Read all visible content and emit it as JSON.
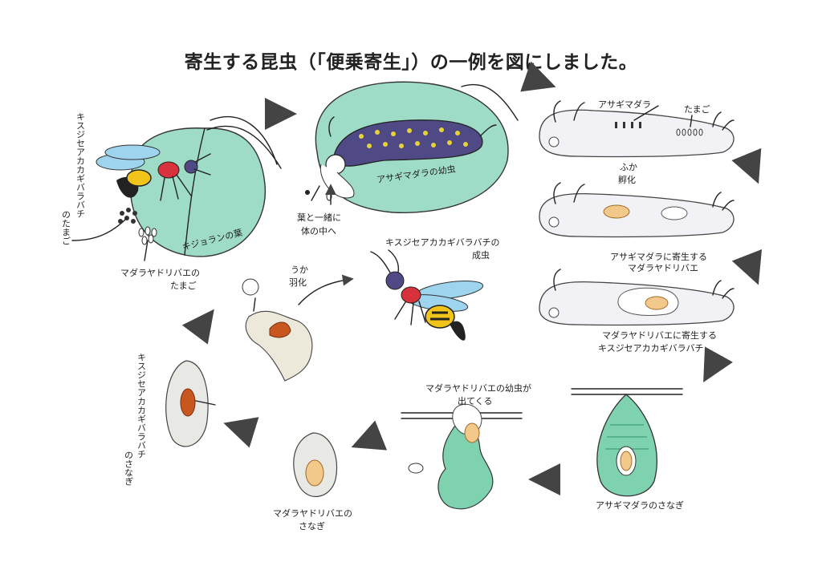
{
  "title": "寄生する昆虫（「便乗寄生」）の一例を図にしました。",
  "labels": {
    "wasp_egg_vertical_1": "キスジセアカカギバラバチ",
    "wasp_egg_vertical_2": "のたまご",
    "leaf_name": "キジョランの葉",
    "fly_egg_1": "マダラヤドリバエの",
    "fly_egg_2": "たまご",
    "caterpillar_larva": "アサギマダラの幼虫",
    "eat_with_leaf_1": "葉と一緒に",
    "eat_with_leaf_2": "体の中へ",
    "asagi_label": "アサギマダラ",
    "tamago": "たまご",
    "hatch_ruby": "ふか",
    "hatch": "孵化",
    "fly_parasite_1": "アサギマダラに寄生する",
    "fly_parasite_2": "マダラヤドリバエ",
    "wasp_parasite_1": "マダラヤドリバエに寄生する",
    "wasp_parasite_2": "キスジセアカカギバラバチ",
    "adult_wasp_1": "キスジセアカカギバラバチの",
    "adult_wasp_2": "成虫",
    "eclosion_ruby": "うか",
    "eclosion": "羽化",
    "fly_larva_out_1": "マダラヤドリバエの幼虫が",
    "fly_larva_out_2": "出てくる",
    "asagi_pupa": "アサギマダラのさなぎ",
    "fly_pupa_1": "マダラヤドリバエの",
    "fly_pupa_2": "さなぎ",
    "wasp_pupa_vertical_1": "キスジセアカカギバラバチ",
    "wasp_pupa_vertical_2": "のさなぎ"
  },
  "colors": {
    "leaf": "#9fdcc7",
    "caterpillar_body": "#4f4a86",
    "caterpillar_spot": "#e8d23a",
    "wasp_red": "#d8323c",
    "wasp_yellow": "#f0c419",
    "wasp_wing": "#9fd4ee",
    "fly_larva": "#f2c98a",
    "wasp_pupa": "#c8561f",
    "arrow": "#777777"
  }
}
